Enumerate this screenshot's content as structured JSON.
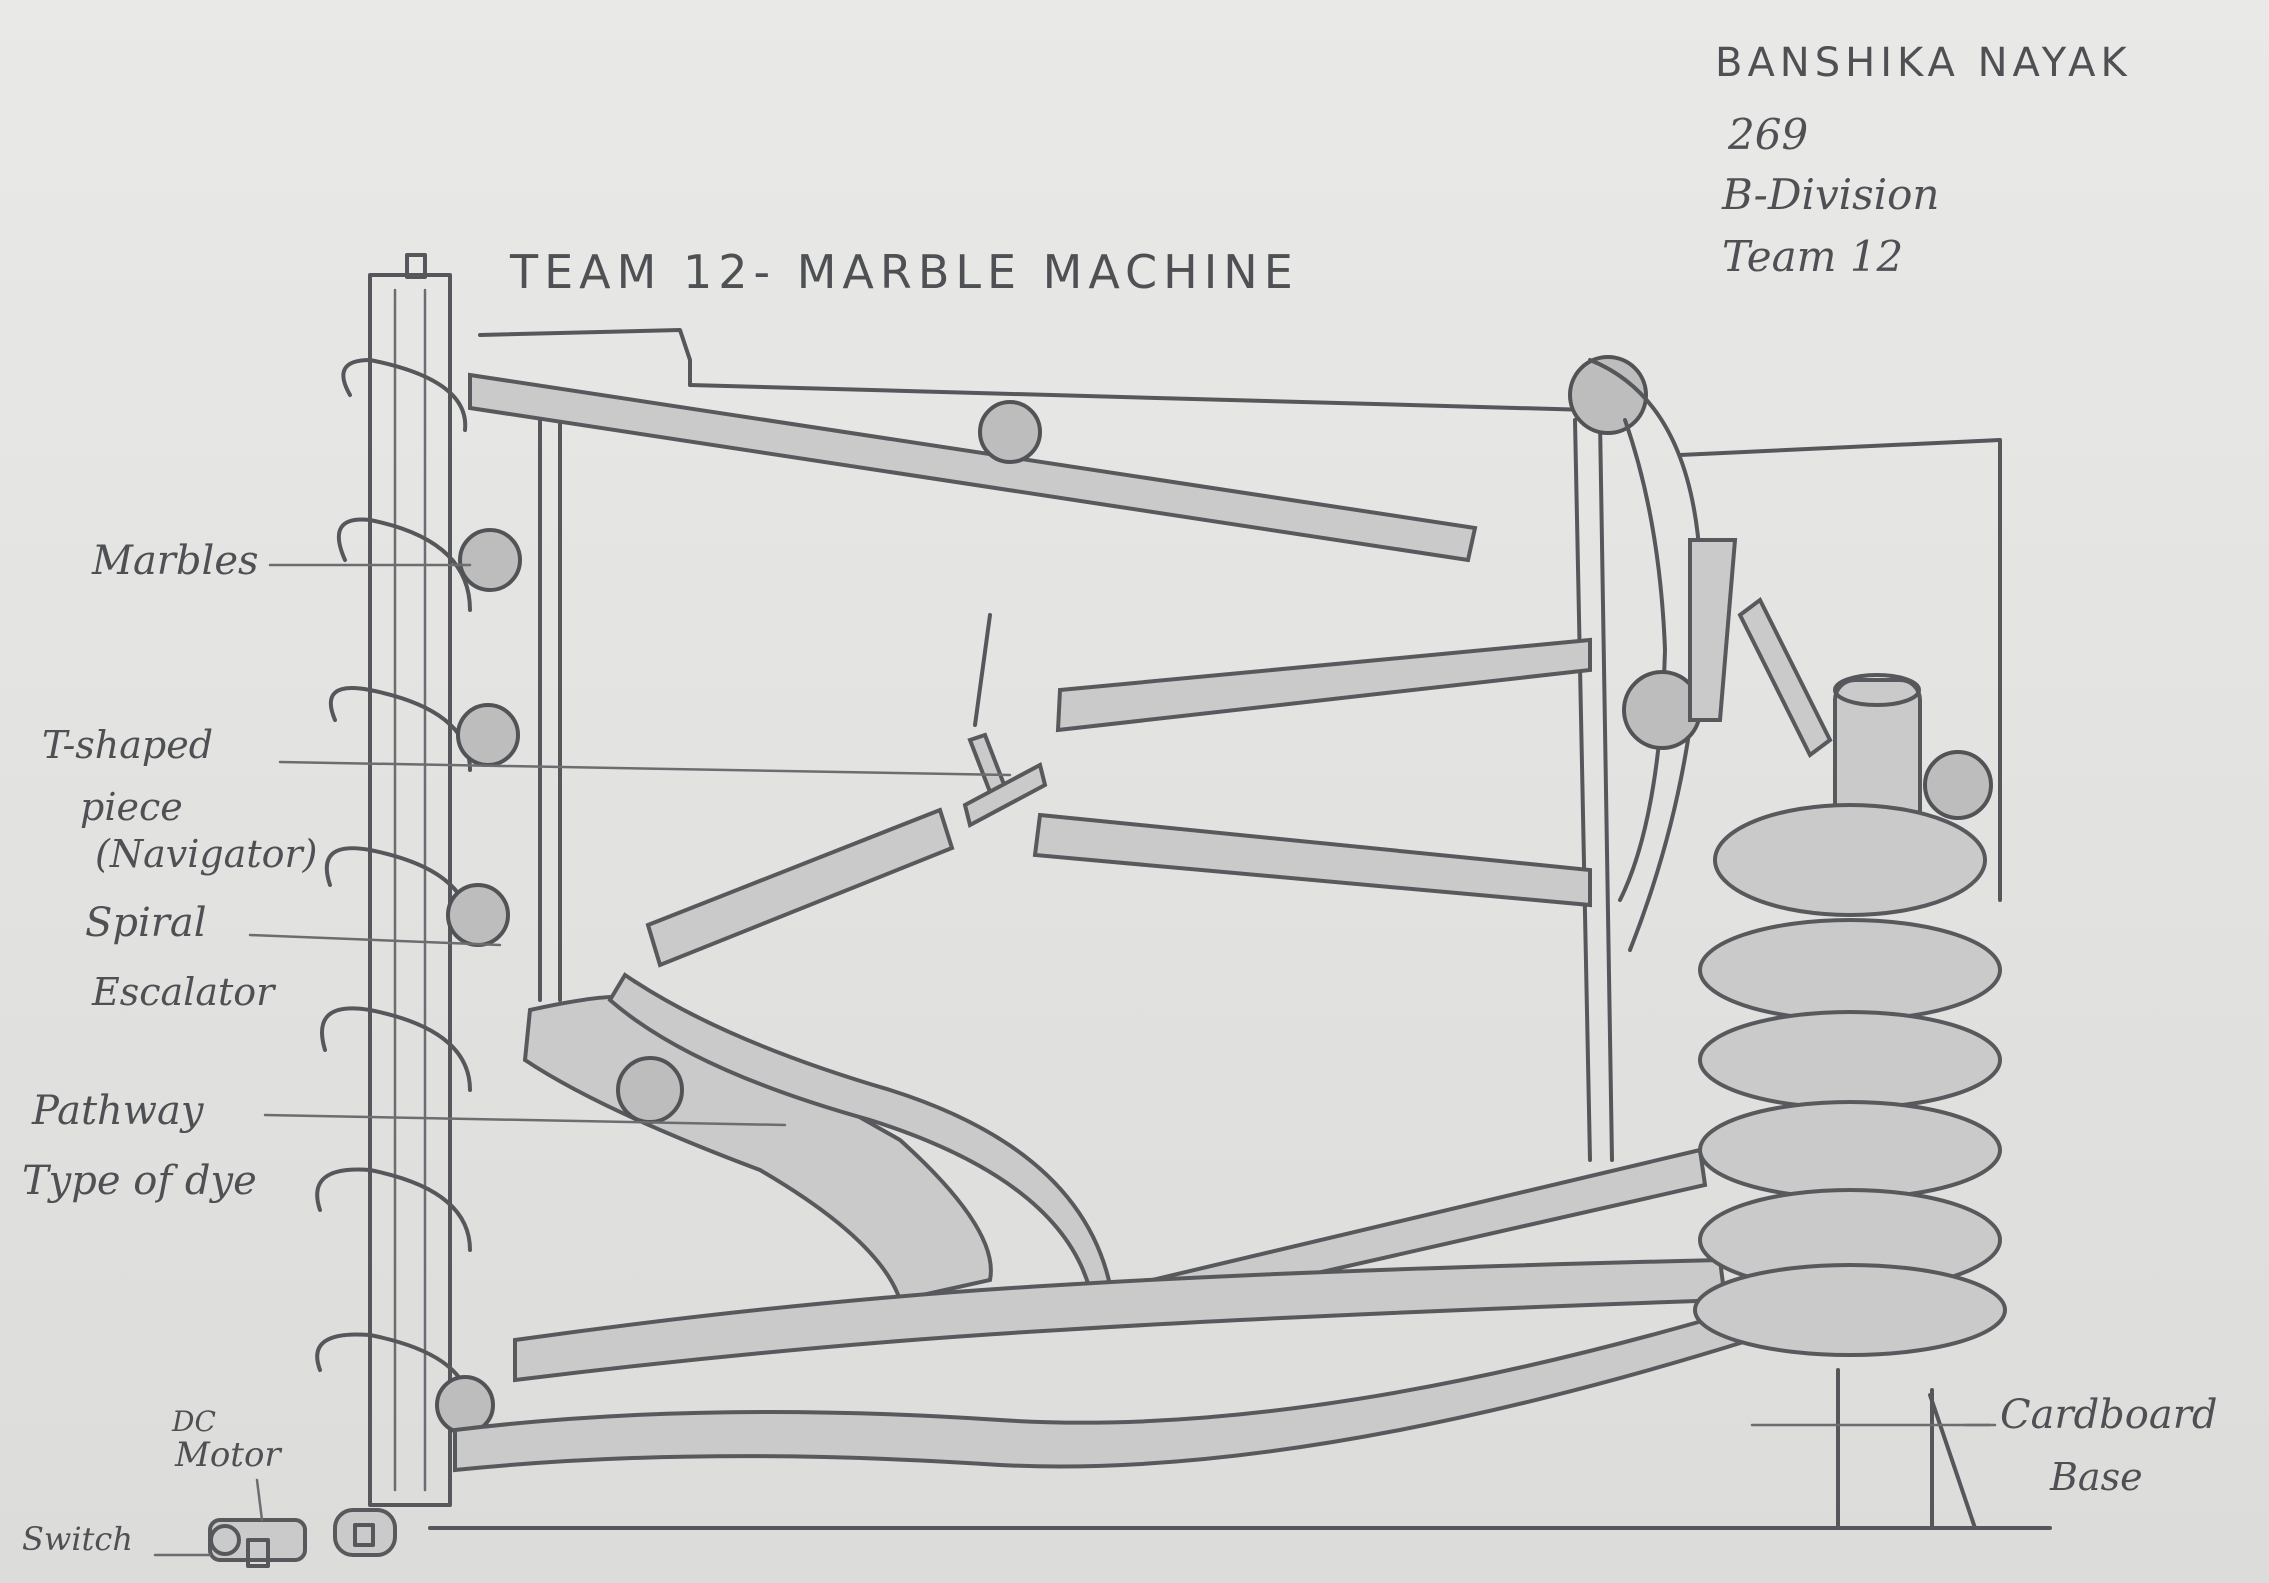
{
  "title": "TEAM 12- MARBLE MACHINE",
  "author": {
    "name": "BANSHIKA NAYAK",
    "roll": "269",
    "division": "B-Division",
    "team": "Team 12"
  },
  "labels": {
    "marbles": "Marbles",
    "navigator_line1": "T-shaped",
    "navigator_line2": "piece",
    "navigator_line3": "(Navigator)",
    "escalator_line1": "Spiral",
    "escalator_line2": "Escalator",
    "pathway_line1": "Pathway",
    "pathway_line2": "Type of dye",
    "motor_line1": "DC",
    "motor_line2": "Motor",
    "switch": "Switch",
    "base_line1": "Cardboard",
    "base_line2": "Base"
  },
  "colors": {
    "paper": "#e3e3e1",
    "pencil": "#55575a",
    "shading": "#c9cac9"
  }
}
